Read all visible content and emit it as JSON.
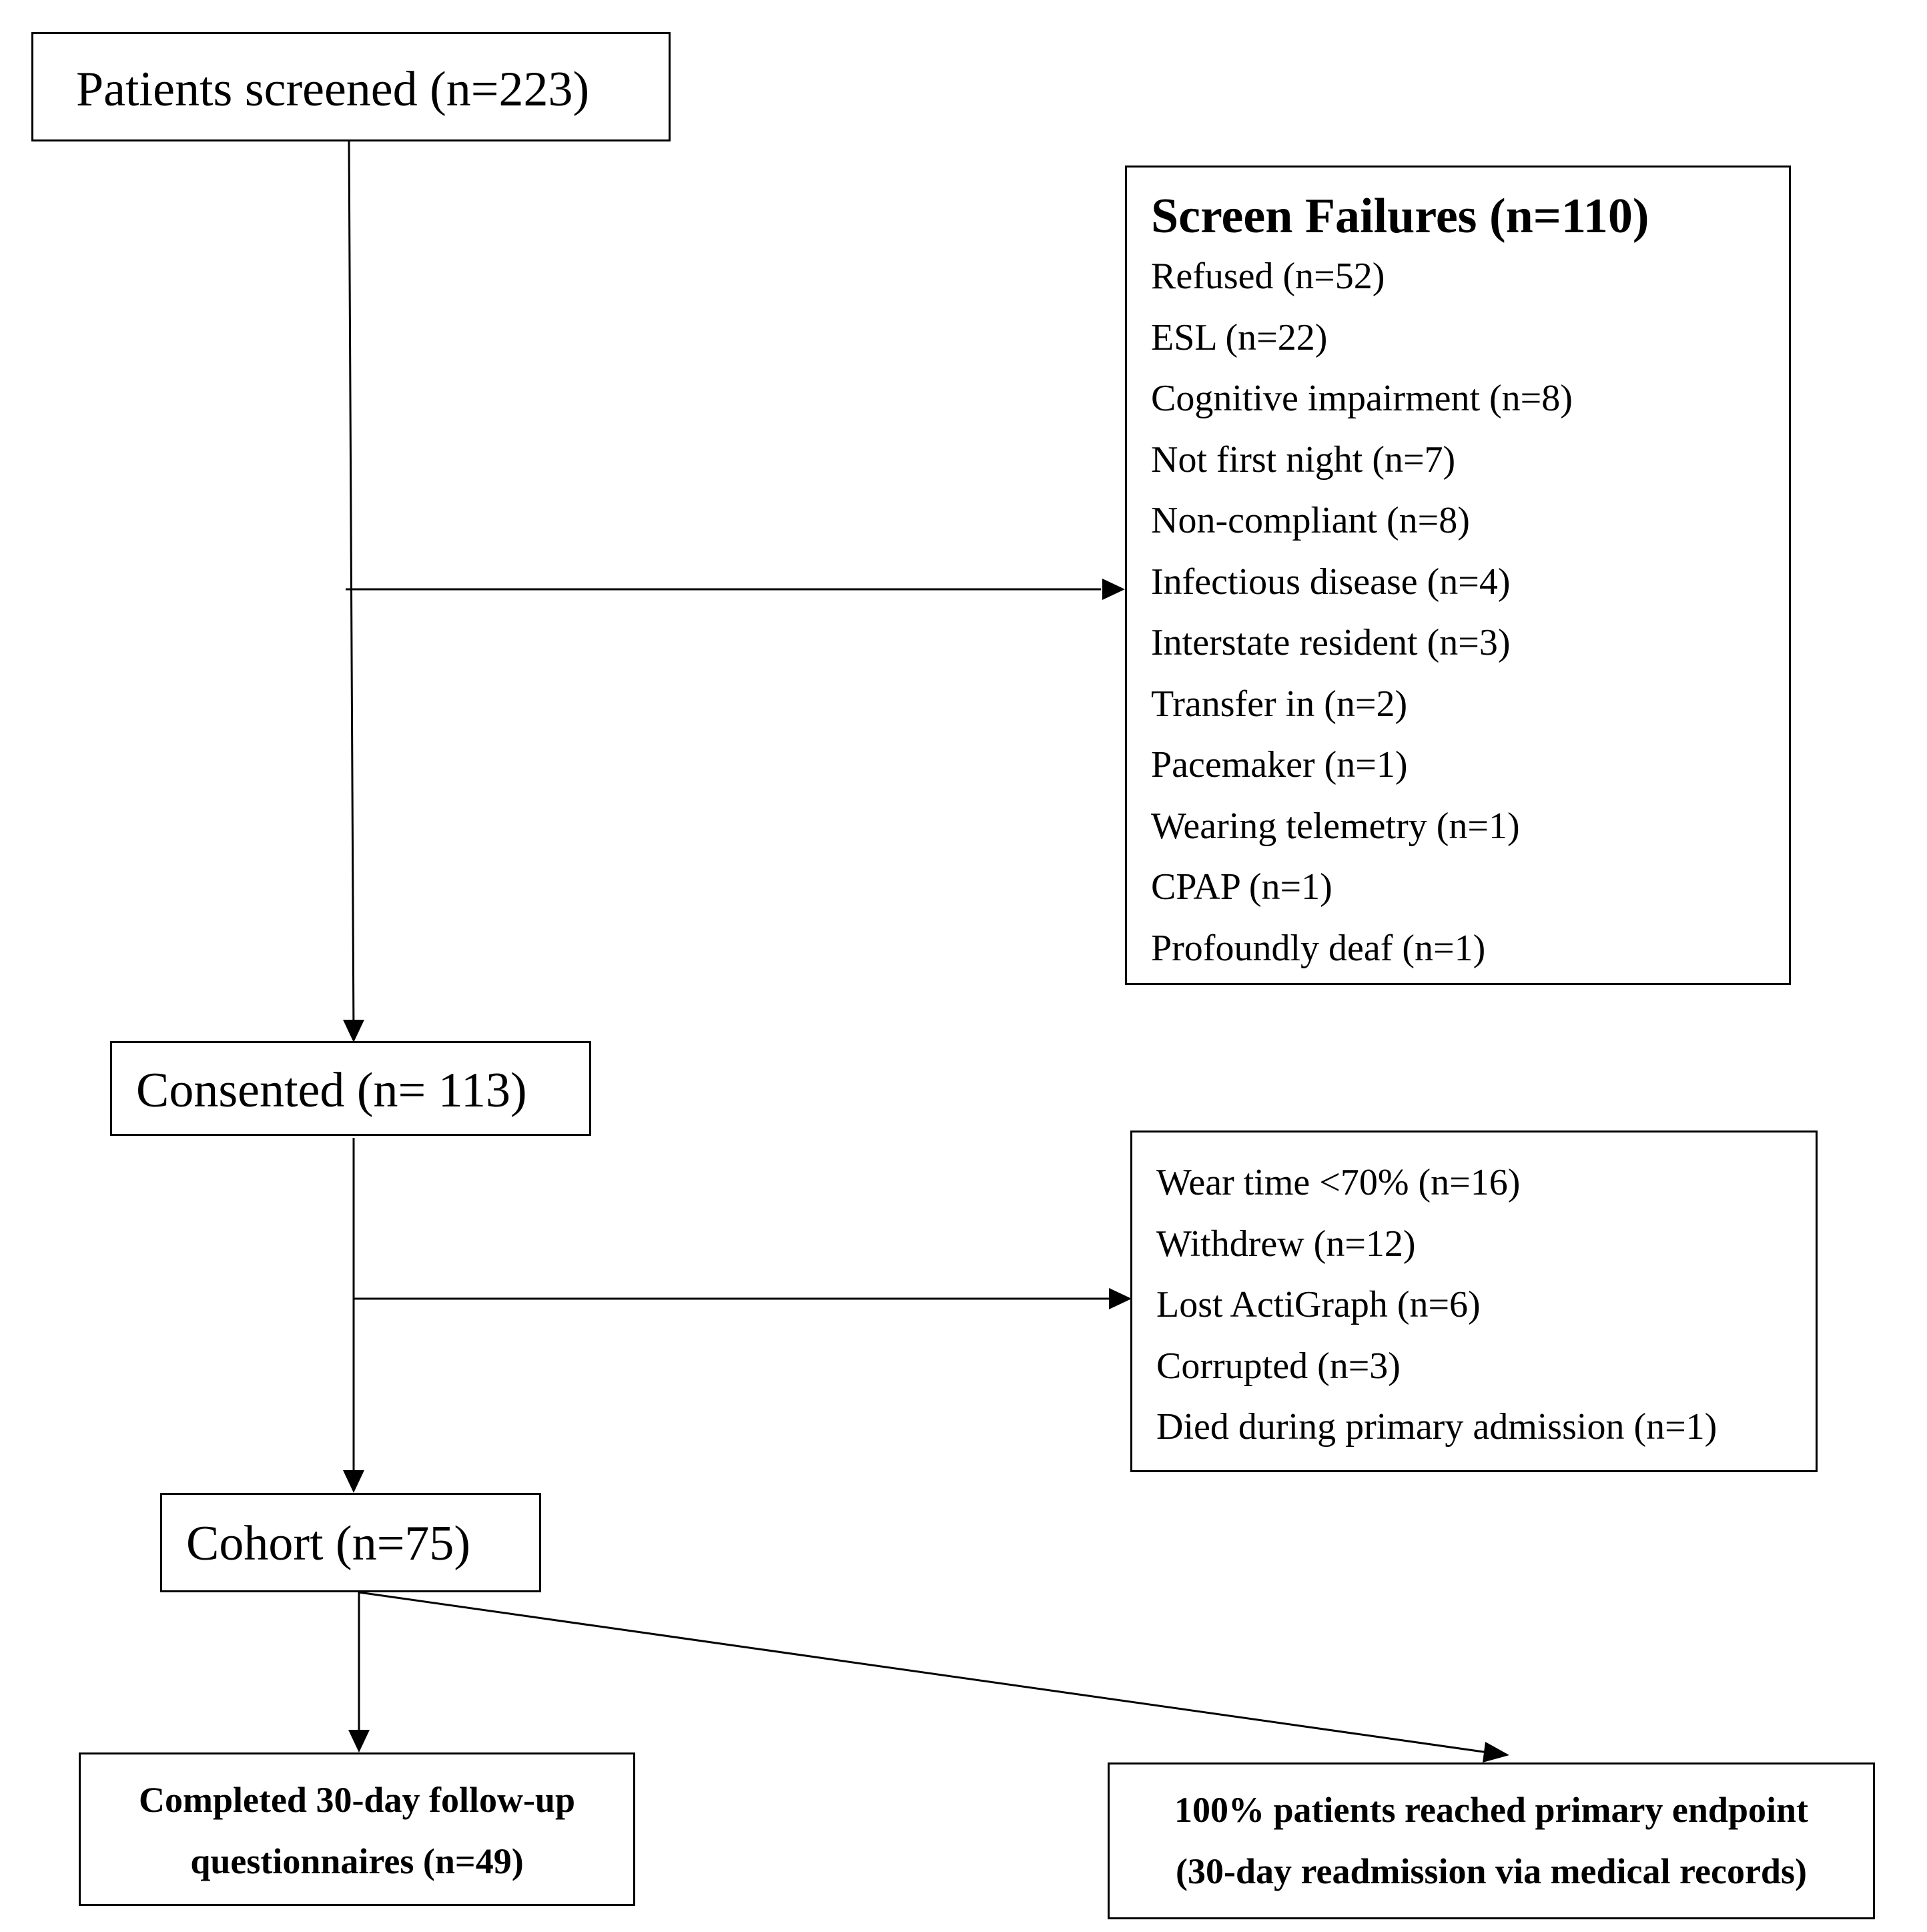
{
  "screened": {
    "label": "Patients screened (n=223)"
  },
  "screen_failures": {
    "title": "Screen Failures (n=110)",
    "items": [
      "Refused (n=52)",
      "ESL (n=22)",
      "Cognitive impairment (n=8)",
      "Not first night (n=7)",
      "Non-compliant (n=8)",
      "Infectious disease (n=4)",
      "Interstate resident (n=3)",
      "Transfer in (n=2)",
      "Pacemaker (n=1)",
      "Wearing telemetry (n=1)",
      "CPAP (n=1)",
      "Profoundly deaf (n=1)"
    ]
  },
  "consented": {
    "label": "Consented (n= 113)"
  },
  "exclusions": {
    "items": [
      "Wear time <70% (n=16)",
      "Withdrew (n=12)",
      "Lost ActiGraph (n=6)",
      "Corrupted (n=3)",
      "Died during primary admission (n=1)"
    ]
  },
  "cohort": {
    "label": "Cohort (n=75)"
  },
  "followup": {
    "line1": "Completed 30-day follow-up",
    "line2": "questionnaires (n=49)"
  },
  "endpoint": {
    "line1": "100% patients reached primary endpoint",
    "line2": "(30-day readmission via medical records)"
  }
}
